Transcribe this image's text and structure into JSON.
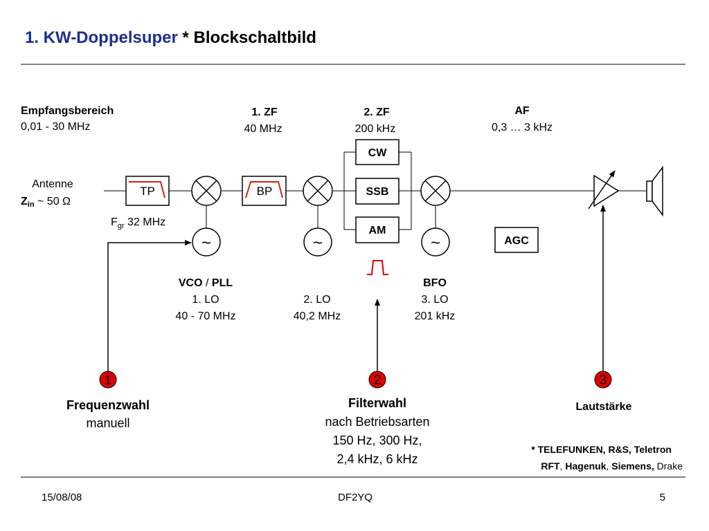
{
  "slide": {
    "title_part1": "1. KW-Doppelsuper",
    "title_part2": " * Blockschaltbild",
    "footer": {
      "date": "15/08/08",
      "author": "DF2YQ",
      "page": "5"
    }
  },
  "colors": {
    "title_accent": "#1c2f8f",
    "marker_red": "#e00000",
    "filter_red": "#cc2222"
  },
  "labels": {
    "empfang_title": "Empfangsbereich",
    "empfang_range": "0,01 - 30 MHz",
    "zf1_title": "1. ZF",
    "zf1_value": "40 MHz",
    "zf2_title": "2. ZF",
    "zf2_value": "200 kHz",
    "af_title": "AF",
    "af_value": "0,3 … 3 kHz",
    "antenne": "Antenne",
    "z_main": "Z",
    "z_sub": "in",
    "z_value": " ~ 50 Ω",
    "fgr_main": "F",
    "fgr_sub": "gr",
    "fgr_value": " 32 MHz",
    "vco_part1": "VCO",
    "vco_sep": " / ",
    "vco_part2": "PLL",
    "lo1": "1. LO",
    "lo1_range": "40 - 70 MHz",
    "lo2": "2. LO",
    "lo2_freq": "40,2 MHz",
    "bfo_title": "BFO",
    "lo3": "3. LO",
    "lo3_freq": "201 kHz"
  },
  "blocks": {
    "tp": "TP",
    "bp": "BP",
    "cw": "CW",
    "ssb": "SSB",
    "am": "AM",
    "agc": "AGC",
    "osc_symbol": "~"
  },
  "controls": [
    {
      "number": "1",
      "title": "Frequenzwahl",
      "lines": [
        "manuell"
      ]
    },
    {
      "number": "2",
      "title": "Filterwahl",
      "lines": [
        "nach Betriebsarten",
        "150 Hz, 300 Hz,",
        "2,4 kHz, 6 kHz"
      ]
    },
    {
      "number": "3",
      "title": "Lautstärke",
      "lines": []
    }
  ],
  "manufacturers": {
    "line1": "* TELEFUNKEN, R&S, Teletron",
    "line2_bold1": "RFT",
    "line2_sep1": ", ",
    "line2_bold2": "Hagenuk",
    "line2_sep2": ", ",
    "line2_bold3": "Siemens,",
    "line2_normal": " Drake"
  }
}
